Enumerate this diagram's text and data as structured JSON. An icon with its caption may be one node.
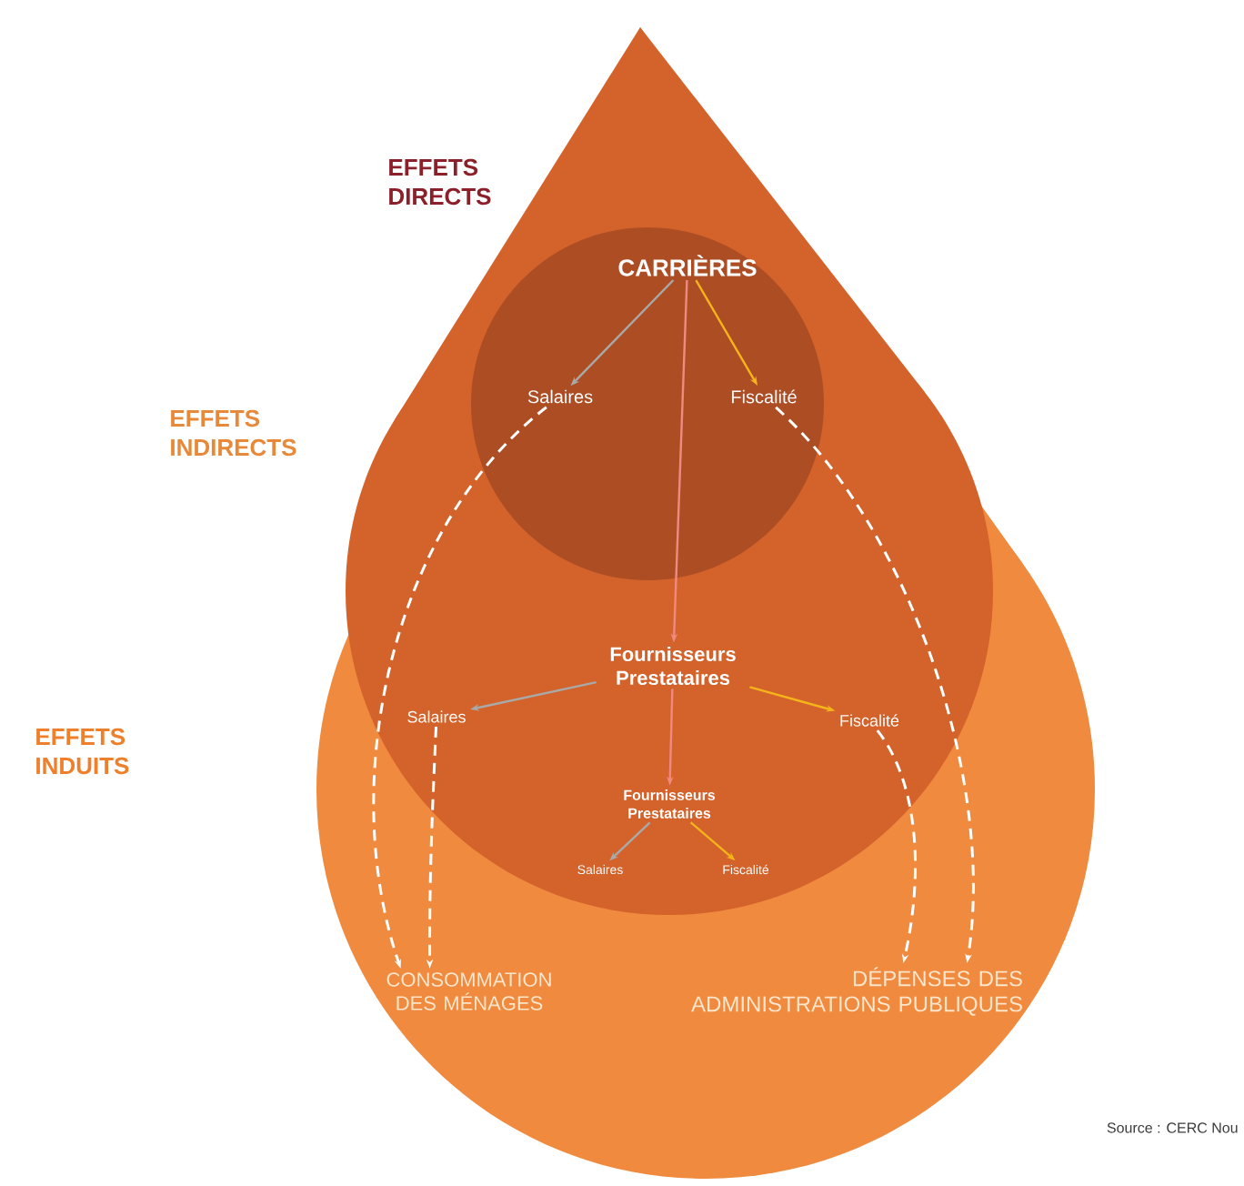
{
  "diagram": {
    "nodes": [
      {
        "text": [
          "CARRIÈRES"
        ]
      },
      {
        "text": [
          "Salaires"
        ]
      },
      {
        "text": [
          "Fiscalité"
        ]
      },
      {
        "text": [
          "Fournisseurs Prestataires"
        ]
      },
      {
        "text": [
          "Salaires"
        ]
      },
      {
        "text": [
          "Fiscalité"
        ]
      },
      {
        "text": [
          "Fournisseurs Prestataires"
        ]
      },
      {
        "text": [
          "Salaires"
        ]
      },
      {
        "text": [
          "Fiscalité"
        ]
      },
      {
        "text": [
          "CONSOMMATION DES MÉNAGES"
        ]
      },
      {
        "text": [
          "DÉPENSES DES ADMINISTRATIONS PUBLIQUES"
        ]
      }
    ],
    "edges": [
      {
        "from": 0,
        "to": 1,
        "arrow": "to",
        "color": "#a9a9a9"
      },
      {
        "from": 0,
        "to": 2,
        "arrow": "to",
        "color": "#f4b41a"
      },
      {
        "from": 0,
        "to": 3,
        "arrow": "to",
        "color": "#f08a80"
      },
      {
        "from": 3,
        "to": 4,
        "arrow": "to",
        "color": "#a9a9a9"
      },
      {
        "from": 3,
        "to": 5,
        "arrow": "to",
        "color": "#f4b41a"
      },
      {
        "from": 3,
        "to": 6,
        "arrow": "to",
        "color": "#f08a80"
      },
      {
        "from": 6,
        "to": 7,
        "arrow": "to",
        "color": "#a9a9a9"
      },
      {
        "from": 6,
        "to": 8,
        "arrow": "to",
        "color": "#f4b41a"
      },
      {
        "from": 1,
        "to": 9,
        "arrow": "to",
        "style": "dashed"
      },
      {
        "from": 4,
        "to": 9,
        "arrow": "to",
        "style": "dashed"
      },
      {
        "from": 2,
        "to": 10,
        "arrow": "to",
        "style": "dashed"
      },
      {
        "from": 5,
        "to": 10,
        "arrow": "to",
        "style": "dashed"
      }
    ],
    "labels": [
      "EFFETS DIRECTS",
      "EFFETS INDIRECTS",
      "EFFETS INDUITS",
      "Source : CERC Nou"
    ]
  }
}
